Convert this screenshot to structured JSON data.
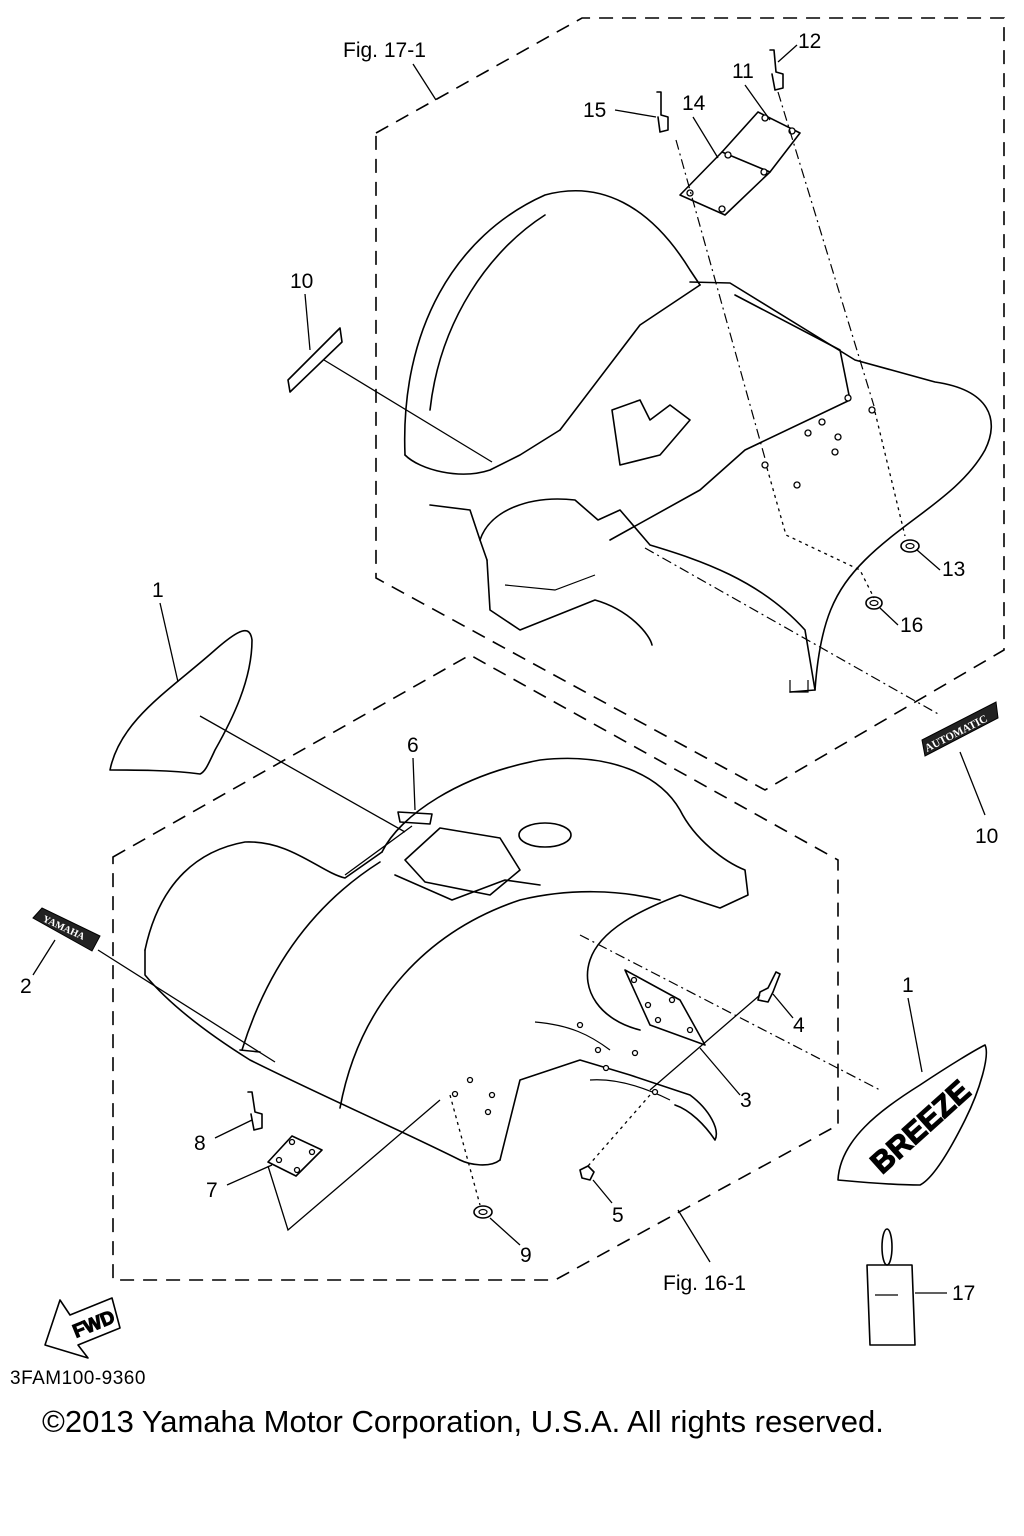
{
  "figure": {
    "fig_labels": {
      "upper": "Fig. 17-1",
      "lower": "Fig. 16-1"
    },
    "part_code": "3FAM100-9360",
    "copyright": "©2013 Yamaha Motor Corporation, U.S.A. All rights reserved.",
    "decals": {
      "yamaha": "YAMAHA",
      "automatic": "AUTOMATIC",
      "breeze": "BREEZE",
      "fwd": "FWD"
    },
    "callouts": {
      "c1_left": "1",
      "c1_right": "1",
      "c2": "2",
      "c3": "3",
      "c4": "4",
      "c5": "5",
      "c6": "6",
      "c7": "7",
      "c8": "8",
      "c9": "9",
      "c10_upper": "10",
      "c10_right": "10",
      "c11": "11",
      "c12": "12",
      "c13": "13",
      "c14": "14",
      "c15": "15",
      "c16": "16",
      "c17": "17"
    }
  }
}
